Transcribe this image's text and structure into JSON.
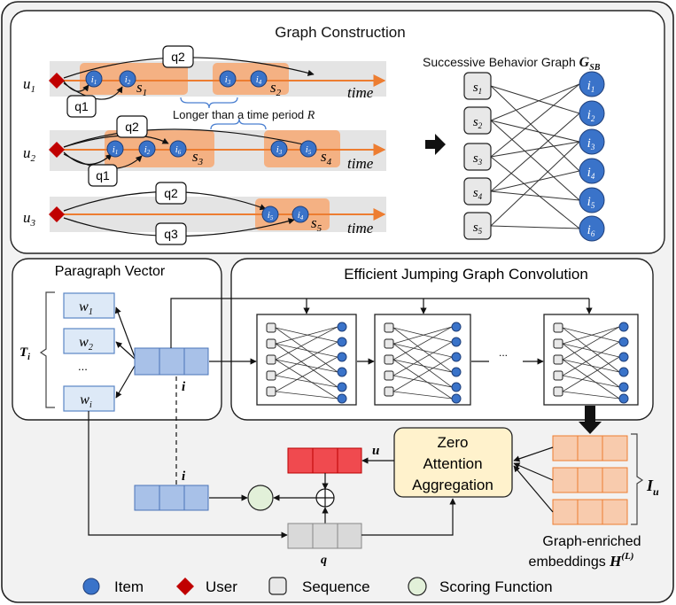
{
  "titles": {
    "graph_construction": "Graph Construction",
    "paragraph_vector": "Paragraph Vector",
    "efficient_jumping": "Efficient Jumping Graph Convolution",
    "zero_attention": [
      "Zero",
      "Attention",
      "Aggregation"
    ],
    "graph_enriched": "Graph-enriched",
    "embeddings": "embeddings"
  },
  "timelines": [
    {
      "user": "u",
      "user_sub": "1",
      "time": "time",
      "queries": [
        "q2",
        "q1"
      ],
      "items": [
        {
          "n": "i",
          "s": "1"
        },
        {
          "n": "i",
          "s": "2"
        },
        {
          "n": "i",
          "s": "3"
        },
        {
          "n": "i",
          "s": "4"
        }
      ],
      "sessions": [
        {
          "n": "s",
          "s": "1"
        },
        {
          "n": "s",
          "s": "2"
        }
      ]
    },
    {
      "user": "u",
      "user_sub": "2",
      "time": "time",
      "queries": [
        "q2",
        "q1"
      ],
      "items": [
        {
          "n": "i",
          "s": "1"
        },
        {
          "n": "i",
          "s": "2"
        },
        {
          "n": "i",
          "s": "6"
        },
        {
          "n": "i",
          "s": "3"
        },
        {
          "n": "i",
          "s": "5"
        }
      ],
      "sessions": [
        {
          "n": "s",
          "s": "3"
        },
        {
          "n": "s",
          "s": "4"
        }
      ]
    },
    {
      "user": "u",
      "user_sub": "3",
      "time": "time",
      "queries": [
        "q2",
        "q3"
      ],
      "items": [
        {
          "n": "i",
          "s": "5"
        },
        {
          "n": "i",
          "s": "4"
        }
      ],
      "sessions": [
        {
          "n": "s",
          "s": "5"
        }
      ]
    }
  ],
  "period_note": "Longer than a time period ",
  "period_symbol": "R",
  "sb_graph": {
    "title": "Successive Behavior Graph ",
    "symbol": "G",
    "symbol_sub": "SB",
    "sequences": [
      {
        "n": "s",
        "s": "1"
      },
      {
        "n": "s",
        "s": "2"
      },
      {
        "n": "s",
        "s": "3"
      },
      {
        "n": "s",
        "s": "4"
      },
      {
        "n": "s",
        "s": "5"
      }
    ],
    "items": [
      {
        "n": "i",
        "s": "1"
      },
      {
        "n": "i",
        "s": "2"
      },
      {
        "n": "i",
        "s": "3"
      },
      {
        "n": "i",
        "s": "4"
      },
      {
        "n": "i",
        "s": "5"
      },
      {
        "n": "i",
        "s": "6"
      }
    ]
  },
  "paragraph": {
    "words": [
      {
        "n": "w",
        "s": "1"
      },
      {
        "n": "w",
        "s": "2"
      },
      {
        "n": "...",
        "s": ""
      },
      {
        "n": "w",
        "s": "i"
      }
    ],
    "t_label": "T",
    "t_sub": "i",
    "vec_label": "i"
  },
  "ejgc": {
    "ellipsis": "..."
  },
  "vectors": {
    "u": "u",
    "i": "i",
    "q": "q",
    "plus": "+"
  },
  "iu": {
    "label": "I",
    "sub": "u"
  },
  "h_symbol": {
    "base": "H",
    "sup": "(L)"
  },
  "legend": [
    "Item",
    "User",
    "Sequence",
    "Scoring Function"
  ],
  "colors": {
    "item_blue": "#3a73c9",
    "user_red": "#c00000",
    "session_orange": "#f4b183",
    "arrow_orange": "#ed7d31",
    "vector_blue": "#a8c1e8",
    "vector_red": "#f04a4f",
    "vector_gray": "#d9d9d9",
    "embed_orange": "#f8cbad",
    "zero_yellow": "#fff2cc",
    "score_green": "#e2f0d9"
  }
}
